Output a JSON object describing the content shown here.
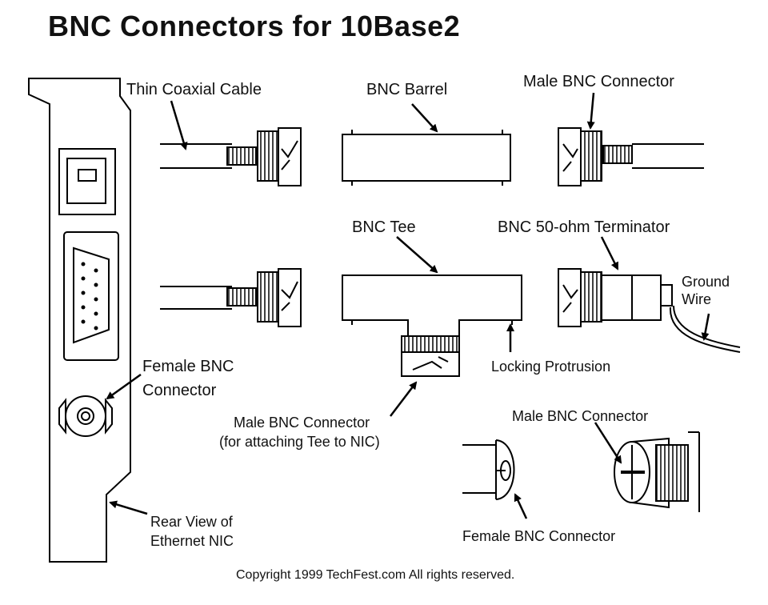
{
  "title": "BNC Connectors for 10Base2",
  "labels": {
    "thin_coaxial_cable": "Thin Coaxial Cable",
    "bnc_barrel": "BNC Barrel",
    "male_bnc_connector_top": "Male BNC Connector",
    "bnc_tee": "BNC Tee",
    "bnc_terminator": "BNC 50-ohm Terminator",
    "ground_wire_line1": "Ground",
    "ground_wire_line2": "Wire",
    "female_bnc_nic_line1": "Female BNC",
    "female_bnc_nic_line2": "Connector",
    "locking_protrusion": "Locking Protrusion",
    "male_bnc_tee_line1": "Male BNC Connector",
    "male_bnc_tee_line2": "(for attaching Tee to NIC)",
    "male_bnc_bottom": "Male BNC Connector",
    "female_bnc_bottom": "Female BNC Connector",
    "rear_view_line1": "Rear View of",
    "rear_view_line2": "Ethernet NIC"
  },
  "copyright": "Copyright 1999 TechFest.com All rights reserved."
}
